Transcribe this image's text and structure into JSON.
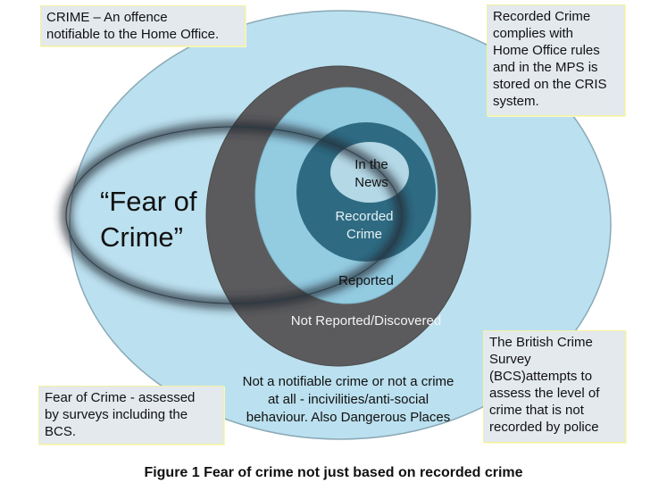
{
  "diagram": {
    "layers": [
      {
        "id": "crime",
        "label": "Not  a notifiable crime or not a crime at all - incivilities/anti-social behaviour. Also Dangerous Places",
        "color": "#bbe0ef"
      },
      {
        "id": "not-reported",
        "label": "Not Reported/Discovered",
        "color": "#5b5b5d"
      },
      {
        "id": "reported",
        "label": "Reported",
        "color": "#93cbe1"
      },
      {
        "id": "recorded",
        "label": "Recorded Crime",
        "color": "#2e6b83"
      },
      {
        "id": "news",
        "label": "In the News",
        "color": "#b4d8e6"
      }
    ],
    "fear_of_crime": {
      "line1": "“Fear of",
      "line2": "Crime”"
    },
    "labels": {
      "news_line1": "In the",
      "news_line2": "News",
      "recorded_line1": "Recorded",
      "recorded_line2": "Crime",
      "reported": "Reported",
      "not_reported": "Not Reported/Discovered",
      "outer_line1": "Not  a notifiable crime or not a crime",
      "outer_line2": "at all - incivilities/anti-social",
      "outer_line3": "behaviour. Also Dangerous Places"
    },
    "notes": {
      "crime_definition": {
        "line1": "CRIME – An offence",
        "line2": "notifiable to the Home Office."
      },
      "recorded_crime": {
        "line1": "Recorded Crime",
        "line2": "complies with",
        "line3": "Home Office rules",
        "line4": "and in the MPS is",
        "line5": "stored on the CRIS",
        "line6": "system."
      },
      "fear_assessment": {
        "line1": "Fear of Crime - assessed",
        "line2": "by surveys including the",
        "line3": "BCS."
      },
      "bcs": {
        "line1": "The British Crime",
        "line2": "Survey",
        "line3": "(BCS)attempts to",
        "line4": "assess the level of",
        "line5": "crime that is not",
        "line6": "recorded by police"
      }
    },
    "caption": "Figure 1 Fear of crime not just based on recorded crime"
  }
}
